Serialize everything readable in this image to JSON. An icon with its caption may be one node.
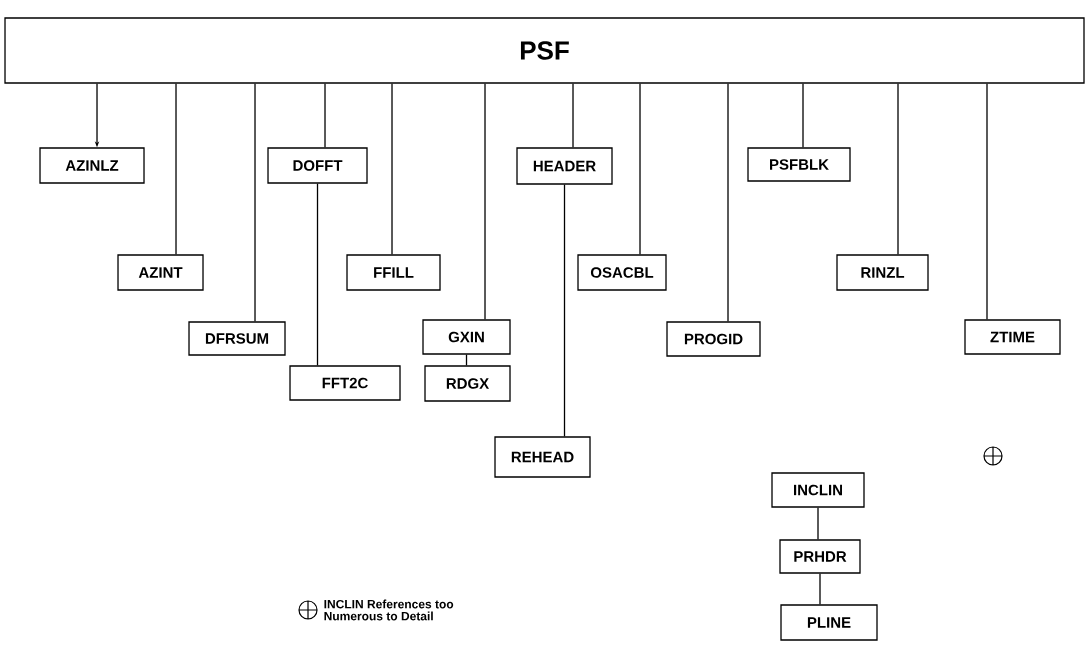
{
  "diagram": {
    "nodes": [
      {
        "text": [
          "PSF"
        ]
      },
      {
        "text": [
          "AZINLZ"
        ]
      },
      {
        "text": [
          "AZINT"
        ]
      },
      {
        "text": [
          "DFRSUM"
        ]
      },
      {
        "text": [
          "DOFFT"
        ]
      },
      {
        "text": [
          "FFT2C"
        ]
      },
      {
        "text": [
          "FFILL"
        ]
      },
      {
        "text": [
          "GXIN"
        ]
      },
      {
        "text": [
          "RDGX"
        ]
      },
      {
        "text": [
          "HEADER"
        ]
      },
      {
        "text": [
          "REHEAD"
        ]
      },
      {
        "text": [
          "OSACBL"
        ]
      },
      {
        "text": [
          "PROGID"
        ]
      },
      {
        "text": [
          "PSFBLK"
        ]
      },
      {
        "text": [
          "RINZL"
        ]
      },
      {
        "text": [
          "ZTIME"
        ]
      },
      {
        "text": [
          "INCLIN"
        ]
      },
      {
        "text": [
          "PRHDR"
        ]
      },
      {
        "text": [
          "PLINE"
        ]
      }
    ],
    "edges": [
      {
        "from": 0,
        "to": 1,
        "arrow": "to"
      },
      {
        "from": 0,
        "to": 2,
        "arrow": "none"
      },
      {
        "from": 0,
        "to": 3,
        "arrow": "none"
      },
      {
        "from": 0,
        "to": 4,
        "arrow": "none"
      },
      {
        "from": 4,
        "to": 5,
        "arrow": "none"
      },
      {
        "from": 0,
        "to": 6,
        "arrow": "none"
      },
      {
        "from": 0,
        "to": 7,
        "arrow": "none"
      },
      {
        "from": 7,
        "to": 8,
        "arrow": "none"
      },
      {
        "from": 0,
        "to": 9,
        "arrow": "none"
      },
      {
        "from": 9,
        "to": 10,
        "arrow": "none"
      },
      {
        "from": 0,
        "to": 11,
        "arrow": "none"
      },
      {
        "from": 0,
        "to": 12,
        "arrow": "none"
      },
      {
        "from": 0,
        "to": 13,
        "arrow": "none"
      },
      {
        "from": 0,
        "to": 14,
        "arrow": "none"
      },
      {
        "from": 0,
        "to": 15,
        "arrow": "none"
      },
      {
        "from": 16,
        "to": 17,
        "arrow": "none"
      },
      {
        "from": 17,
        "to": 18,
        "arrow": "none"
      }
    ],
    "legend": [
      {
        "text": "INCLIN References too Numerous to Detail"
      }
    ]
  }
}
